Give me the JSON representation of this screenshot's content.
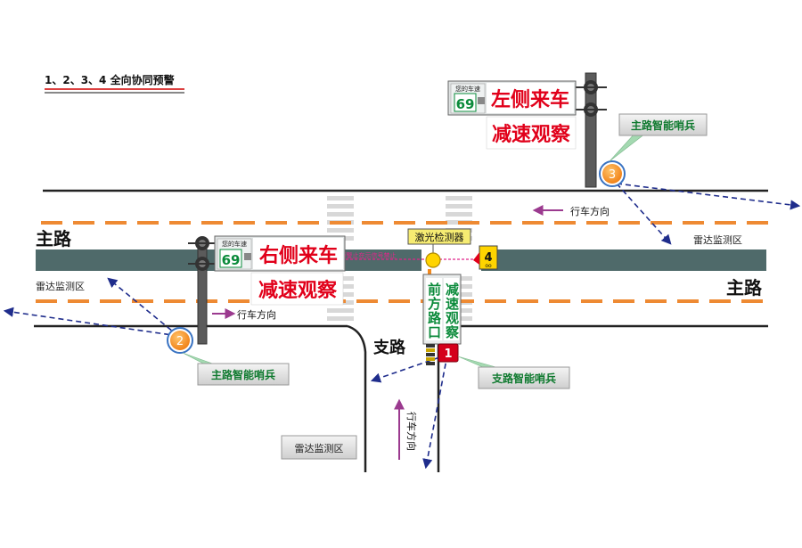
{
  "legend": {
    "title": "1、2、3、4 全向协同预警"
  },
  "roads": {
    "main_road_label_left": "主路",
    "main_road_label_right": "主路",
    "branch_road_label": "支路"
  },
  "radar": {
    "zone_right": "雷达监测区",
    "zone_left": "雷达监测区",
    "zone_bottom": "雷达监测区"
  },
  "directions": {
    "top": "行车方向",
    "middle": "行车方向",
    "branch": "行车方向"
  },
  "sign_top": {
    "speed_caption": "您的车速",
    "speed": "69",
    "line1": "左侧来车",
    "line2": "减速观察"
  },
  "sign_left": {
    "speed_caption": "您的车速",
    "speed": "69",
    "line1": "右侧来车",
    "line2": "减速观察"
  },
  "sentinels": {
    "s1": {
      "number": "1",
      "label": "支路智能哨兵"
    },
    "s2": {
      "number": "2",
      "label": "主路智能哨兵"
    },
    "s3": {
      "number": "3",
      "label": "主路智能哨兵"
    },
    "s4": {
      "number": "4"
    }
  },
  "laser": {
    "label": "激光检测器",
    "beam_text": "激光智能路口预警止在示信号禁止"
  },
  "branch_sign": {
    "col_left": "前方路口",
    "col_right": "减速观察"
  },
  "colors": {
    "road_band": "#4f6a6a",
    "dash": "#ee8a33",
    "arrow": "#1f2d8c",
    "purple": "#9b3a8f",
    "sign_red": "#e1001a",
    "sign_green": "#0a8a3a",
    "badge_orange": "#f28a1e",
    "label_green": "#0f7a2f"
  }
}
